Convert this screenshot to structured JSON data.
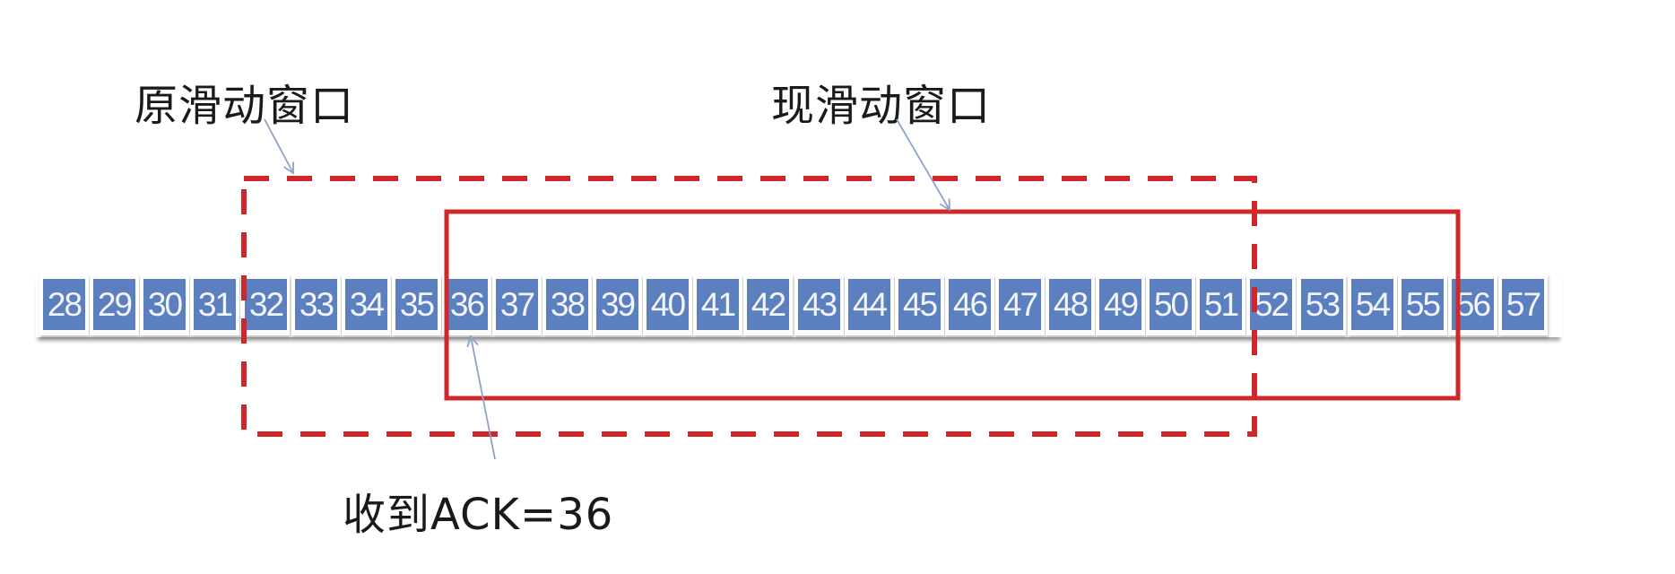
{
  "labels": {
    "old_window": "原滑动窗口",
    "new_window": "现滑动窗口",
    "ack": "收到ACK=36"
  },
  "sequence": {
    "start": 28,
    "end": 57,
    "cells": [
      "28",
      "29",
      "30",
      "31",
      "32",
      "33",
      "34",
      "35",
      "36",
      "37",
      "38",
      "39",
      "40",
      "41",
      "42",
      "43",
      "44",
      "45",
      "46",
      "47",
      "48",
      "49",
      "50",
      "51",
      "52",
      "53",
      "54",
      "55",
      "56",
      "57"
    ]
  },
  "windows": {
    "old": {
      "first": "32",
      "last": "51",
      "style": "dashed"
    },
    "new": {
      "first": "36",
      "last": "55",
      "style": "solid"
    }
  },
  "colors": {
    "cell_fill": "#5b7fbf",
    "cell_text": "#f2f5fb",
    "window_border": "#d0282a",
    "arrow": "#8ea2c8",
    "label_text": "#1a1a1a"
  }
}
